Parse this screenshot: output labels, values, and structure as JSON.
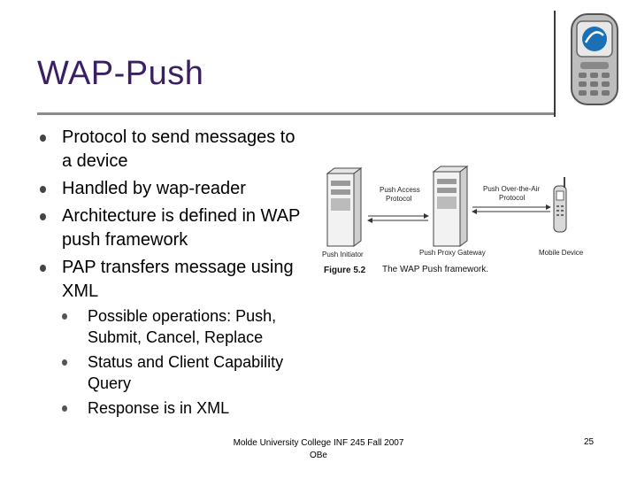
{
  "slide": {
    "title": "WAP-Push",
    "bullets": [
      "Protocol to send messages to a device",
      "Handled by wap-reader",
      "Architecture is defined in WAP push framework",
      "PAP transfers message using XML"
    ],
    "sub_bullets": [
      "Possible operations: Push, Submit, Cancel, Replace",
      "Status and Client Capability Query",
      "Response is in XML"
    ],
    "figure": {
      "label_push_access": "Push Access",
      "label_push_access_2": "Protocol",
      "label_ota": "Push Over-the-Air",
      "label_ota_2": "Protocol",
      "label_push_initiator": "Push Initiator",
      "label_proxy_gateway": "Push Proxy Gateway",
      "label_mobile_device": "Mobile Device",
      "figure_number": "Figure 5.2",
      "caption": "The WAP Push framework."
    },
    "footer": {
      "line1": "Molde University College INF 245 Fall 2007",
      "line2": "OBe",
      "page_number": "25"
    }
  }
}
